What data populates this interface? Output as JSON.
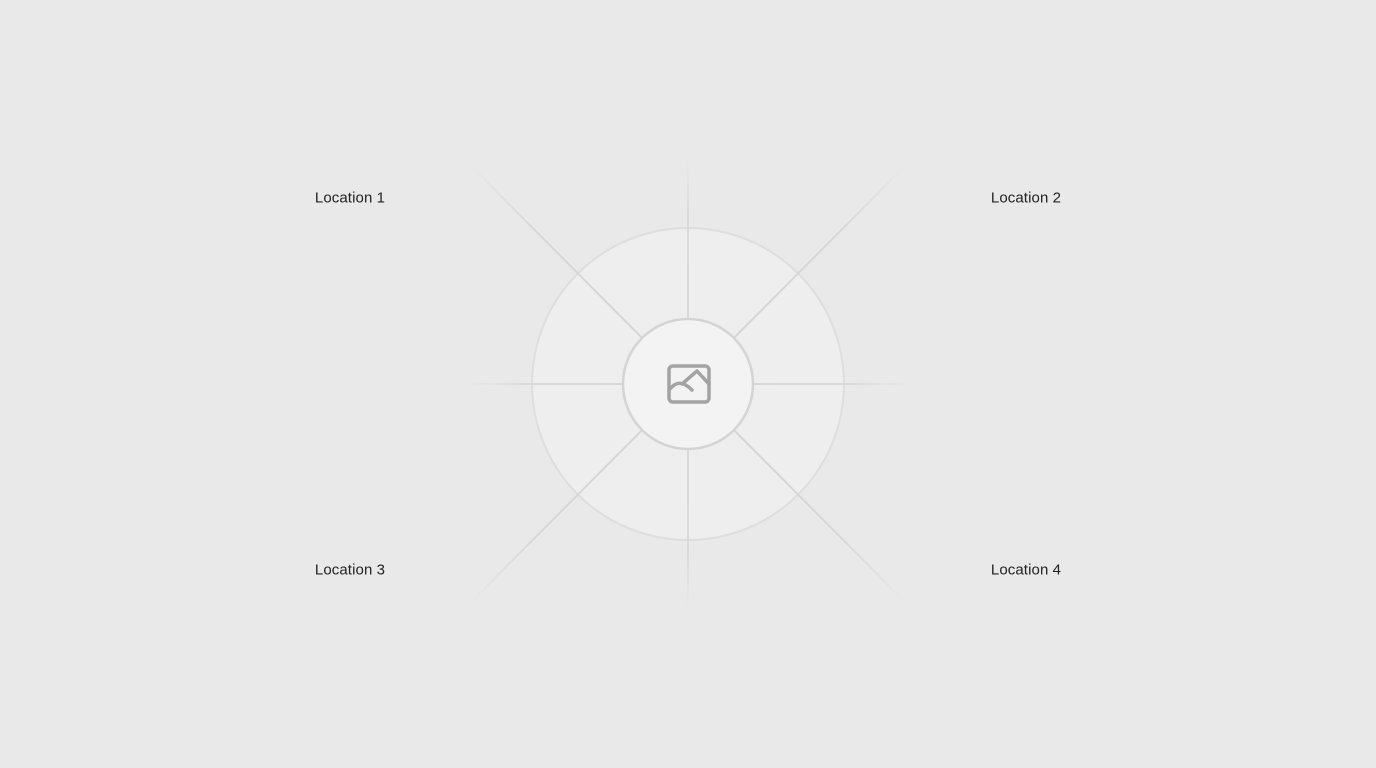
{
  "locations": [
    {
      "label": "Location 1"
    },
    {
      "label": "Location 2"
    },
    {
      "label": "Location 3"
    },
    {
      "label": "Location 4"
    }
  ],
  "center": {
    "icon": "image-placeholder-icon"
  },
  "colors": {
    "background": "#e9e9e9",
    "outer_ring_fill": "#eeeeee",
    "outer_ring_stroke": "#dedede",
    "inner_circle_fill": "#f3f3f3",
    "inner_circle_stroke": "#d4d4d4",
    "spoke": "#d8d8d8",
    "icon": "#a3a3a3",
    "label": "#222222"
  }
}
